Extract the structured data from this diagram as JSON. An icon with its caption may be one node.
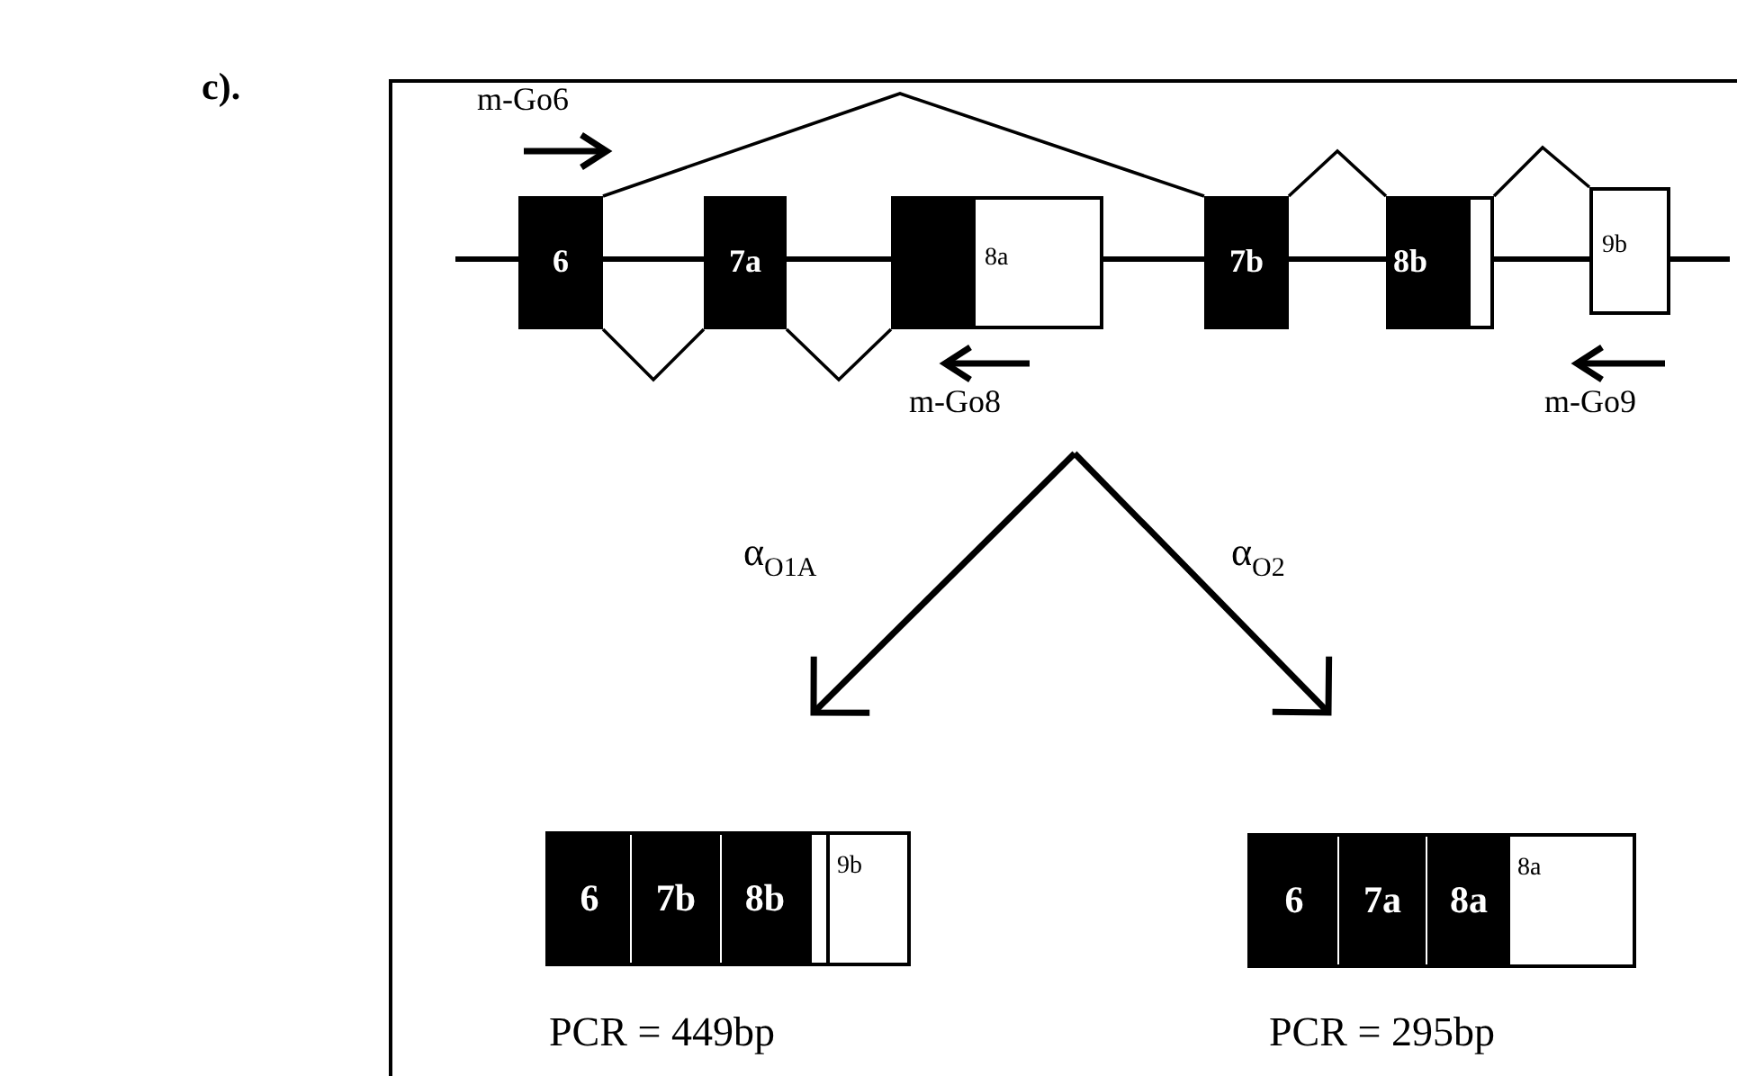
{
  "diagram": {
    "nodes": [
      {
        "text": [],
        "shape": "box"
      },
      {
        "text": [
          "6"
        ],
        "in": 0
      },
      {
        "text": [
          "7a"
        ],
        "in": 0
      },
      {
        "text": [
          "8a"
        ],
        "in": 0
      },
      {
        "text": [
          "7b"
        ],
        "in": 0
      },
      {
        "text": [
          "8b"
        ],
        "in": 0
      },
      {
        "text": [
          "9b"
        ],
        "in": 0
      },
      {
        "text": [
          "6",
          "7b",
          "8b",
          "9b"
        ],
        "in": 0,
        "beside": [
          "PCR = 449bp"
        ]
      },
      {
        "text": [
          "6",
          "7a",
          "8a",
          "8a"
        ],
        "in": 0,
        "beside": [
          "PCR = 295bp"
        ]
      }
    ],
    "edges": [
      {
        "from": 1,
        "to": 2,
        "arrow": "none"
      },
      {
        "from": 2,
        "to": 3,
        "arrow": "none"
      },
      {
        "from": 1,
        "to": 4,
        "arrow": "none"
      },
      {
        "from": 4,
        "to": 5,
        "arrow": "none"
      },
      {
        "from": 5,
        "to": 6,
        "arrow": "none"
      },
      {
        "from": null,
        "to": 7,
        "arrow": "to",
        "label": "α$_{O1A}$",
        "style": "thick"
      },
      {
        "from": null,
        "to": 8,
        "arrow": "to",
        "label": "α$_{O2}$",
        "style": "thick"
      }
    ],
    "labels": [
      "c).",
      "m-Go6",
      "m-Go8",
      "m-Go9"
    ]
  }
}
